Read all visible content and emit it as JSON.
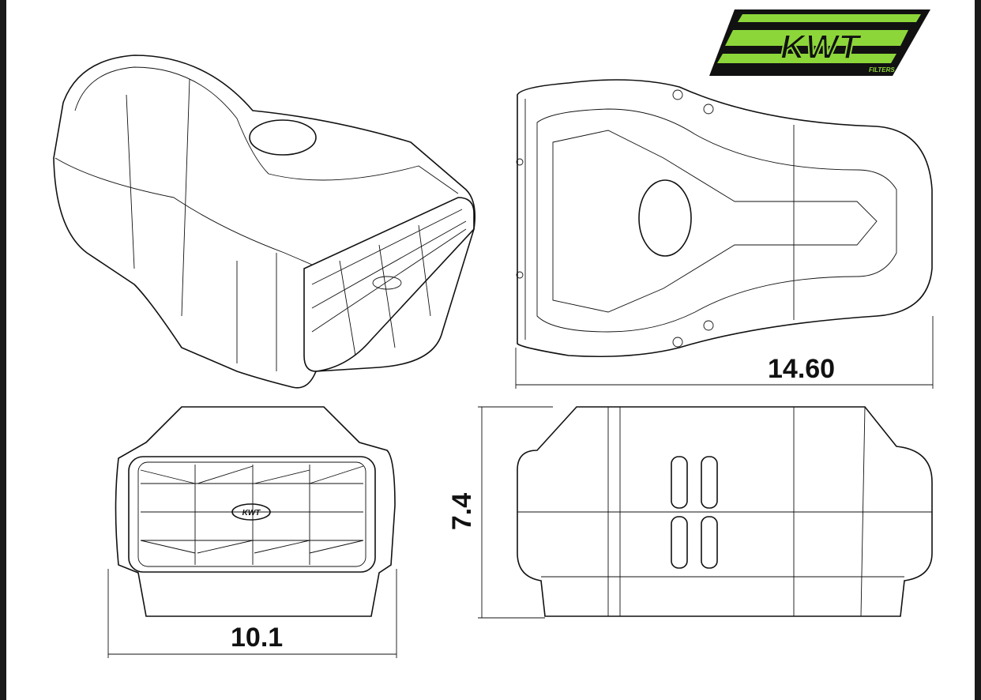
{
  "logo": {
    "text": "KWT",
    "subtext": "FILTERS",
    "colors": {
      "green": "#8dd63a",
      "black": "#111111"
    }
  },
  "dimensions": {
    "length": "14.60",
    "width": "10.1",
    "height": "7.4"
  },
  "grille_badge": "KWT"
}
